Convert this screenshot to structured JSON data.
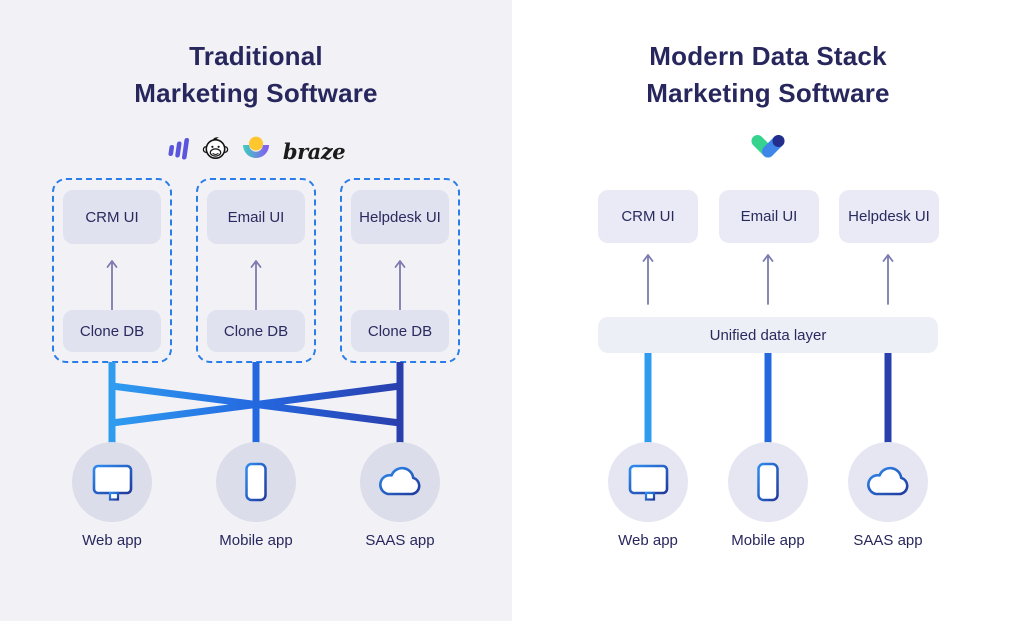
{
  "diagram": {
    "left": {
      "title_line1": "Traditional",
      "title_line2": "Marketing Software",
      "logos": {
        "bars_logo": "purple-bars-logo",
        "mailchimp_logo": "mailchimp-monkey-logo",
        "sun_arc_logo": "sun-over-arc-logo",
        "braze_wordmark": "braze"
      },
      "stacks": [
        {
          "ui": "CRM UI",
          "db": "Clone DB"
        },
        {
          "ui": "Email UI",
          "db": "Clone DB"
        },
        {
          "ui": "Helpdesk UI",
          "db": "Clone DB"
        }
      ],
      "apps": [
        {
          "label": "Web app",
          "icon": "monitor-icon"
        },
        {
          "label": "Mobile app",
          "icon": "phone-icon"
        },
        {
          "label": "SAAS app",
          "icon": "cloud-icon"
        }
      ]
    },
    "right": {
      "title_line1": "Modern Data Stack",
      "title_line2": "Marketing Software",
      "logo": "green-blue-heart-logo",
      "ui_boxes": [
        {
          "label": "CRM UI"
        },
        {
          "label": "Email UI"
        },
        {
          "label": "Helpdesk UI"
        }
      ],
      "unified_layer": "Unified data layer",
      "apps": [
        {
          "label": "Web app",
          "icon": "monitor-icon"
        },
        {
          "label": "Mobile app",
          "icon": "phone-icon"
        },
        {
          "label": "SAAS app",
          "icon": "cloud-icon"
        }
      ]
    },
    "colors": {
      "left_bg": "#f2f2f6",
      "right_bg": "#ffffff",
      "navy_text": "#27275d",
      "dashed_border": "#2b7de9",
      "line_light_blue": "#2f9cf0",
      "line_blue": "#2468e0",
      "line_navy": "#2a3fae",
      "box_fill_left": "#e0e2ef",
      "box_fill_right": "#e9eaf5",
      "unified_fill": "#edeff6",
      "circle_fill_left": "#dbddeb",
      "circle_fill_right": "#e5e6f2",
      "arrow_color": "#7b7bb0",
      "logo_green": "#36d38f",
      "logo_yellow": "#ffc62e",
      "logo_purple": "#5b54dd"
    }
  }
}
